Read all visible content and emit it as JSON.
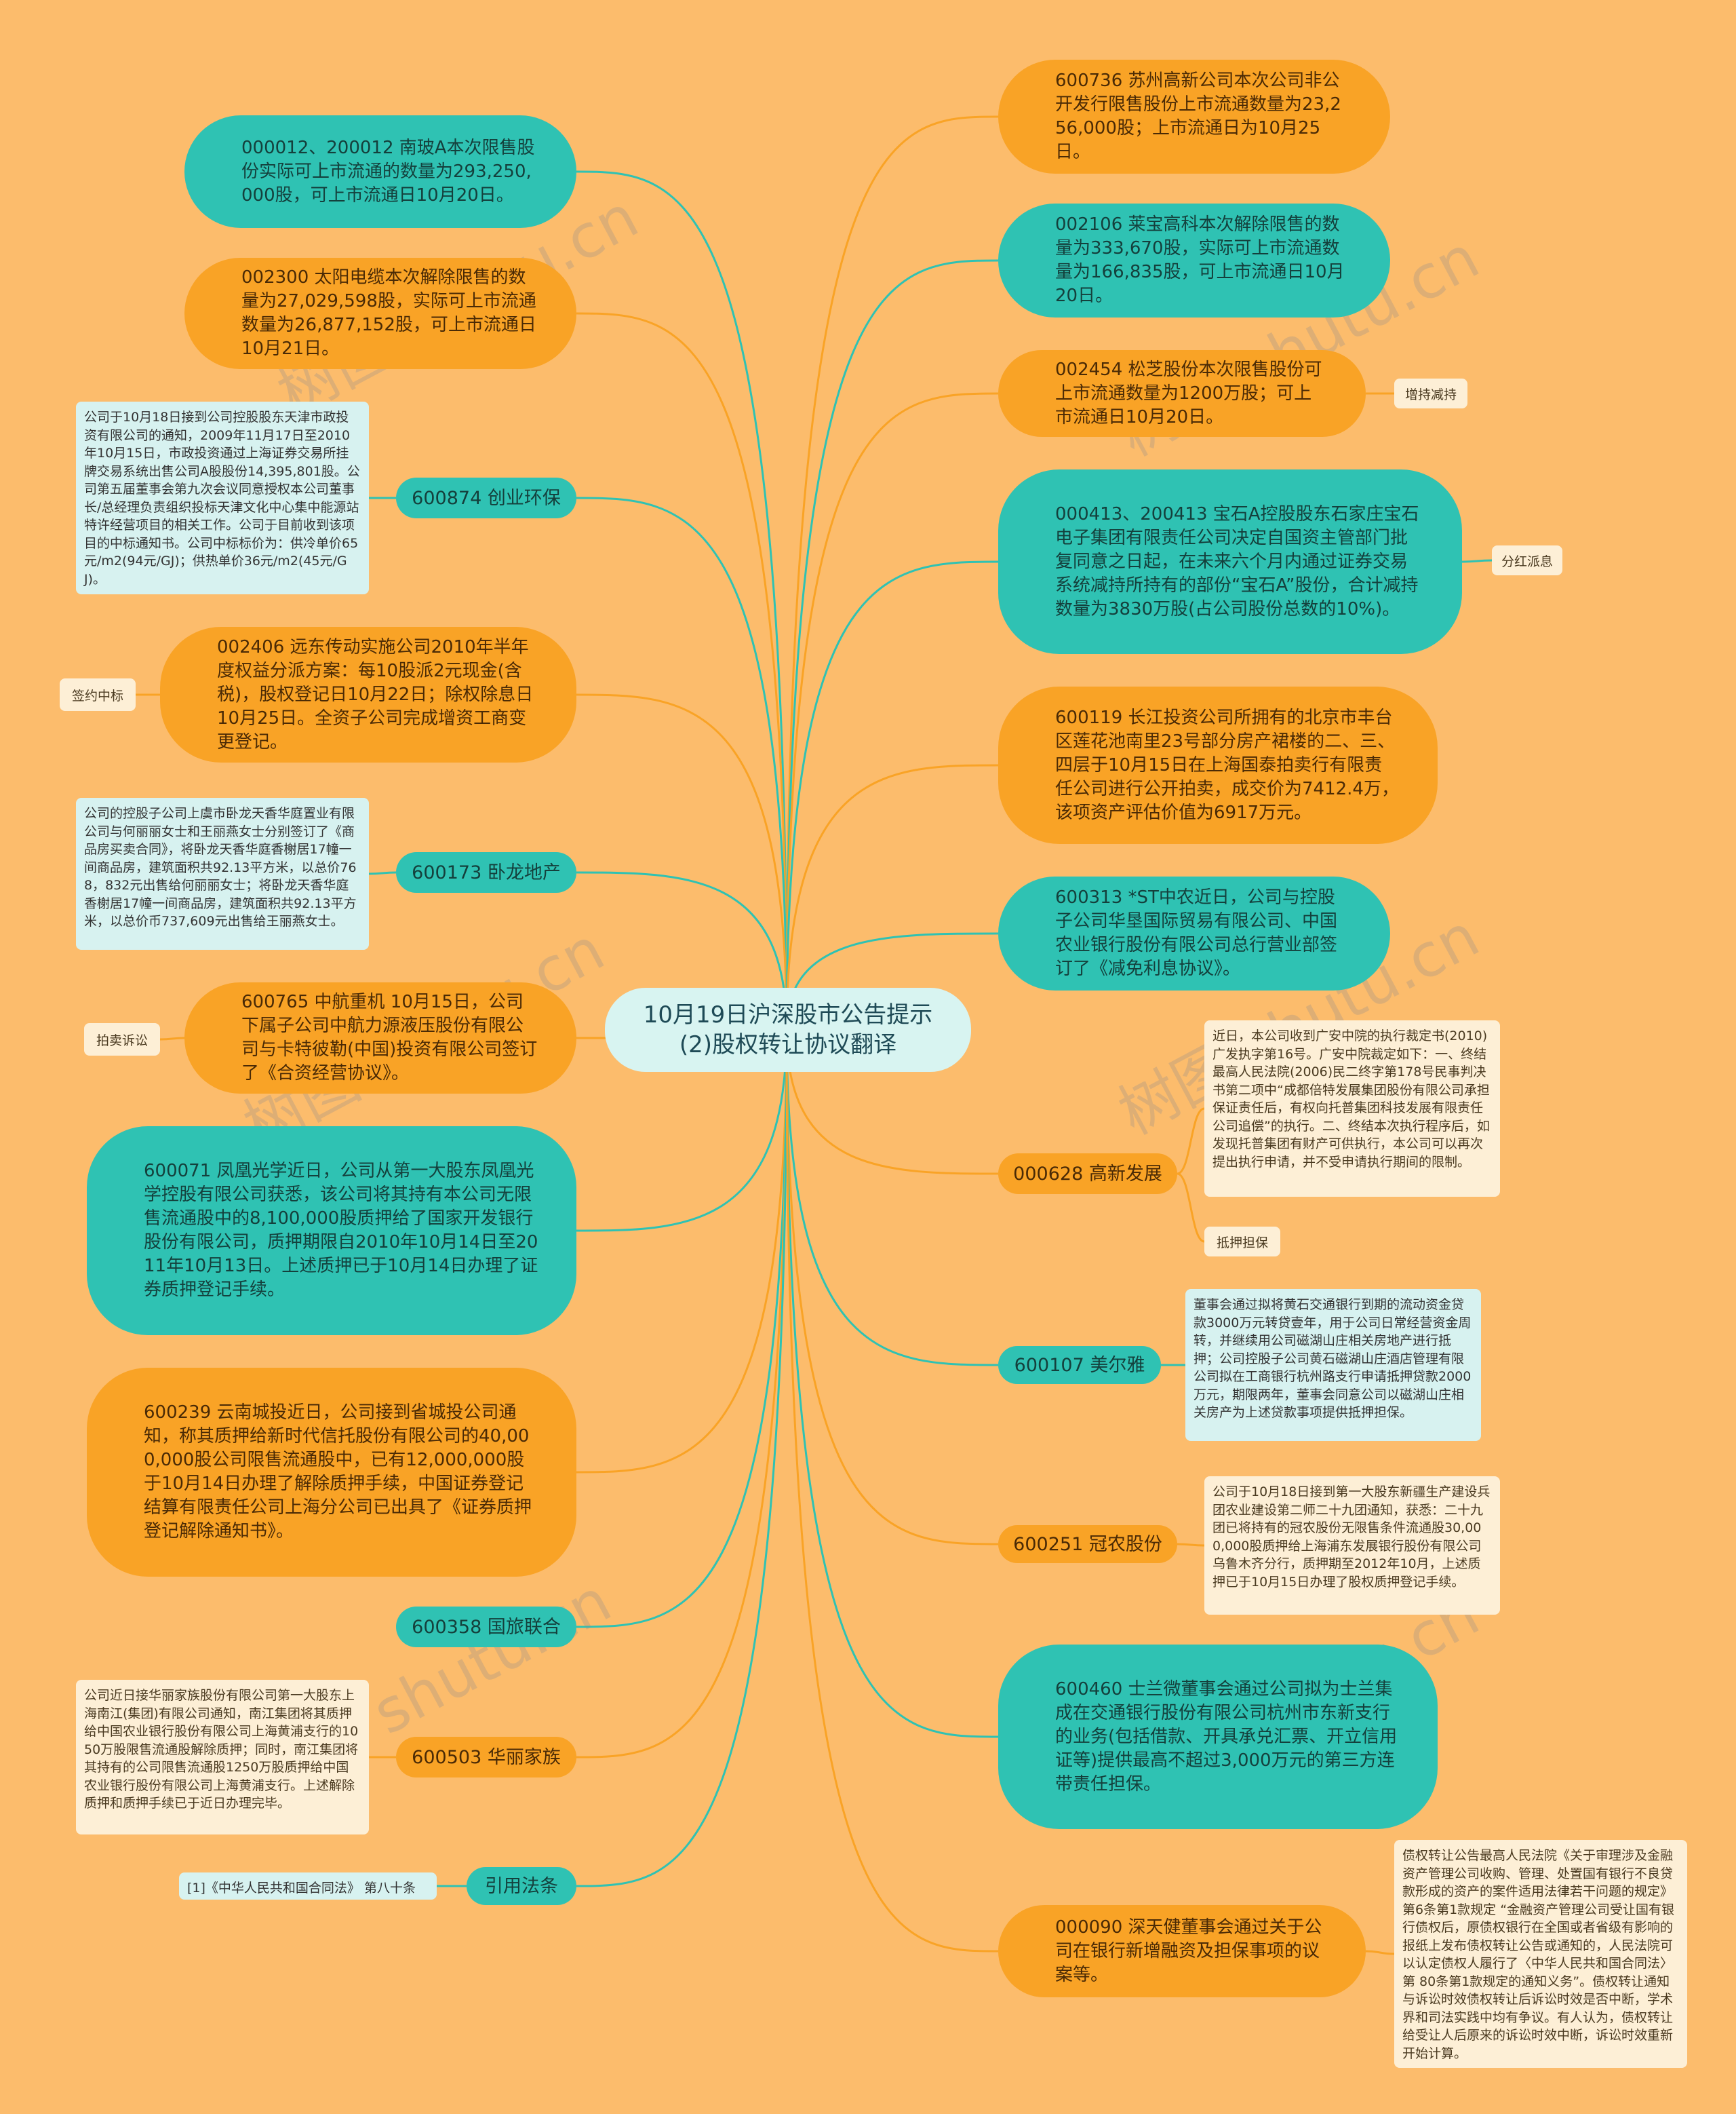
{
  "title": "10月19日沪深股市公告提示(2)股权转让协议翻译",
  "colors": {
    "background": "#fcbc6c",
    "teal": "#2fc2b3",
    "orange": "#f9a326",
    "center": "#d8f4f1"
  },
  "watermark": "树图 shutu.cn",
  "left": [
    {
      "id": "l1",
      "style": "teal",
      "text": "000012、200012 南玻A本次限售股份实际可上市流通的数量为293,250,000股，可上市流通日10月20日。"
    },
    {
      "id": "l2",
      "style": "orange",
      "text": "002300 太阳电缆本次解除限售的数量为27,029,598股，实际可上市流通数量为26,877,152股，可上市流通日10月21日。"
    },
    {
      "id": "l3",
      "style": "teal",
      "text": "600874 创业环保",
      "note": "公司于10月18日接到公司控股股东天津市政投资有限公司的通知，2009年11月17日至2010年10月15日，市政投资通过上海证券交易所挂牌交易系统出售公司A股股份14,395,801股。公司第五届董事会第九次会议同意授权本公司董事长/总经理负责组织投标天津文化中心集中能源站特许经营项目的相关工作。公司于目前收到该项目的中标通知书。公司中标标价为：供冷单价65元/m2(94元/GJ)；供热单价36元/m2(45元/GJ)。"
    },
    {
      "id": "l4",
      "style": "orange",
      "text": "002406 远东传动实施公司2010年半年度权益分派方案：每10股派2元现金(含税)，股权登记日10月22日；除权除息日10月25日。全资子公司完成增资工商变更登记。",
      "tag": "签约中标"
    },
    {
      "id": "l5",
      "style": "teal",
      "text": "600173 卧龙地产",
      "note": "公司的控股子公司上虞市卧龙天香华庭置业有限公司与何丽丽女士和王丽燕女士分别签订了《商品房买卖合同》，将卧龙天香华庭香榭居17幢一间商品房，建筑面积共92.13平方米，以总价768，832元出售给何丽丽女士；将卧龙天香华庭香榭居17幢一间商品房，建筑面积共92.13平方米，以总价币737,609元出售给王丽燕女士。"
    },
    {
      "id": "l6",
      "style": "orange",
      "text": "600765 中航重机 10月15日，公司下属子公司中航力源液压股份有限公司与卡特彼勒(中国)投资有限公司签订了《合资经营协议》。",
      "tag": "拍卖诉讼"
    },
    {
      "id": "l7",
      "style": "teal",
      "text": "600071 凤凰光学近日，公司从第一大股东凤凰光学控股有限公司获悉，该公司将其持有本公司无限售流通股中的8,100,000股质押给了国家开发银行股份有限公司，质押期限自2010年10月14日至2011年10月13日。上述质押已于10月14日办理了证券质押登记手续。"
    },
    {
      "id": "l8",
      "style": "orange",
      "text": "600239 云南城投近日，公司接到省城投公司通知，称其质押给新时代信托股份有限公司的40,000,000股公司限售流通股中，已有12,000,000股于10月14日办理了解除质押手续，中国证券登记结算有限责任公司上海分公司已出具了《证券质押登记解除通知书》。"
    },
    {
      "id": "l9",
      "style": "teal",
      "text": "600358 国旅联合"
    },
    {
      "id": "l10",
      "style": "orange",
      "text": "600503 华丽家族",
      "note": "公司近日接华丽家族股份有限公司第一大股东上海南江(集团)有限公司通知，南江集团将其质押给中国农业银行股份有限公司上海黄浦支行的1050万股限售流通股解除质押；同时，南江集团将其持有的公司限售流通股1250万股质押给中国农业银行股份有限公司上海黄浦支行。上述解除质押和质押手续已于近日办理完毕。"
    },
    {
      "id": "l11",
      "style": "teal",
      "text": "引用法条",
      "note": "[1]《中华人民共和国合同法》 第八十条"
    }
  ],
  "right": [
    {
      "id": "r1",
      "style": "orange",
      "text": "600736 苏州高新公司本次公司非公开发行限售股份上市流通数量为23,256,000股；上市流通日为10月25日。"
    },
    {
      "id": "r2",
      "style": "teal",
      "text": "002106 莱宝高科本次解除限售的数量为333,670股，实际可上市流通数量为166,835股，可上市流通日10月20日。"
    },
    {
      "id": "r3",
      "style": "orange",
      "text": "002454 松芝股份本次限售股份可上市流通数量为1200万股；可上市流通日10月20日。",
      "tag": "增持减持"
    },
    {
      "id": "r4",
      "style": "teal",
      "text": "000413、200413 宝石A控股股东石家庄宝石电子集团有限责任公司决定自国资主管部门批复同意之日起，在未来六个月内通过证券交易系统减持所持有的部份“宝石A”股份，合计减持数量为3830万股(占公司股份总数的10%)。",
      "tag": "分红派息"
    },
    {
      "id": "r5",
      "style": "orange",
      "text": "600119 长江投资公司所拥有的北京市丰台区莲花池南里23号部分房产裙楼的二、三、四层于10月15日在上海国泰拍卖行有限责任公司进行公开拍卖，成交价为7412.4万，该项资产评估价值为6917万元。"
    },
    {
      "id": "r6",
      "style": "teal",
      "text": "600313 *ST中农近日，公司与控股子公司华垦国际贸易有限公司、中国农业银行股份有限公司总行营业部签订了《减免利息协议》。"
    },
    {
      "id": "r7",
      "style": "orange",
      "text": "000628 高新发展",
      "note": "近日，本公司收到广安中院的执行裁定书(2010)广发执字第16号。广安中院裁定如下：一、终结最高人民法院(2006)民二终字第178号民事判决书第二项中“成都倍特发展集团股份有限公司承担保证责任后，有权向托普集团科技发展有限责任公司追偿”的执行。二、终结本次执行程序后，如发现托普集团有财产可供执行，本公司可以再次提出执行申请，并不受申请执行期间的限制。",
      "tag": "抵押担保"
    },
    {
      "id": "r8",
      "style": "teal",
      "text": "600107 美尔雅",
      "note": "董事会通过拟将黄石交通银行到期的流动资金贷款3000万元转贷壹年，用于公司日常经营资金周转，并继续用公司磁湖山庄相关房地产进行抵押；公司控股子公司黄石磁湖山庄酒店管理有限公司拟在工商银行杭州路支行申请抵押贷款2000万元，期限两年，董事会同意公司以磁湖山庄相关房产为上述贷款事项提供抵押担保。"
    },
    {
      "id": "r9",
      "style": "orange",
      "text": "600251 冠农股份",
      "note": "公司于10月18日接到第一大股东新疆生产建设兵团农业建设第二师二十九团通知，获悉：二十九团已将持有的冠农股份无限售条件流通股30,000,000股质押给上海浦东发展银行股份有限公司乌鲁木齐分行，质押期至2012年10月，上述质押已于10月15日办理了股权质押登记手续。"
    },
    {
      "id": "r10",
      "style": "teal",
      "text": "600460 士兰微董事会通过公司拟为士兰集成在交通银行股份有限公司杭州市东新支行的业务(包括借款、开具承兑汇票、开立信用证等)提供最高不超过3,000万元的第三方连带责任担保。"
    },
    {
      "id": "r11",
      "style": "orange",
      "text": "000090 深天健董事会通过关于公司在银行新增融资及担保事项的议案等。",
      "note": "债权转让公告最高人民法院《关于审理涉及金融资产管理公司收购、管理、处置国有银行不良贷款形成的资产的案件适用法律若干问题的规定》第6条第1款规定 “金融资产管理公司受让国有银行债权后，原债权银行在全国或者省级有影响的报纸上发布债权转让公告或通知的，人民法院可以认定债权人履行了〈中华人民共和国合同法〉第 80条第1款规定的通知义务”。债权转让通知与诉讼时效债权转让后诉讼时效是否中断，学术界和司法实践中均有争议。有人认为，债权转让给受让人后原来的诉讼时效中断，诉讼时效重新开始计算。"
    }
  ]
}
